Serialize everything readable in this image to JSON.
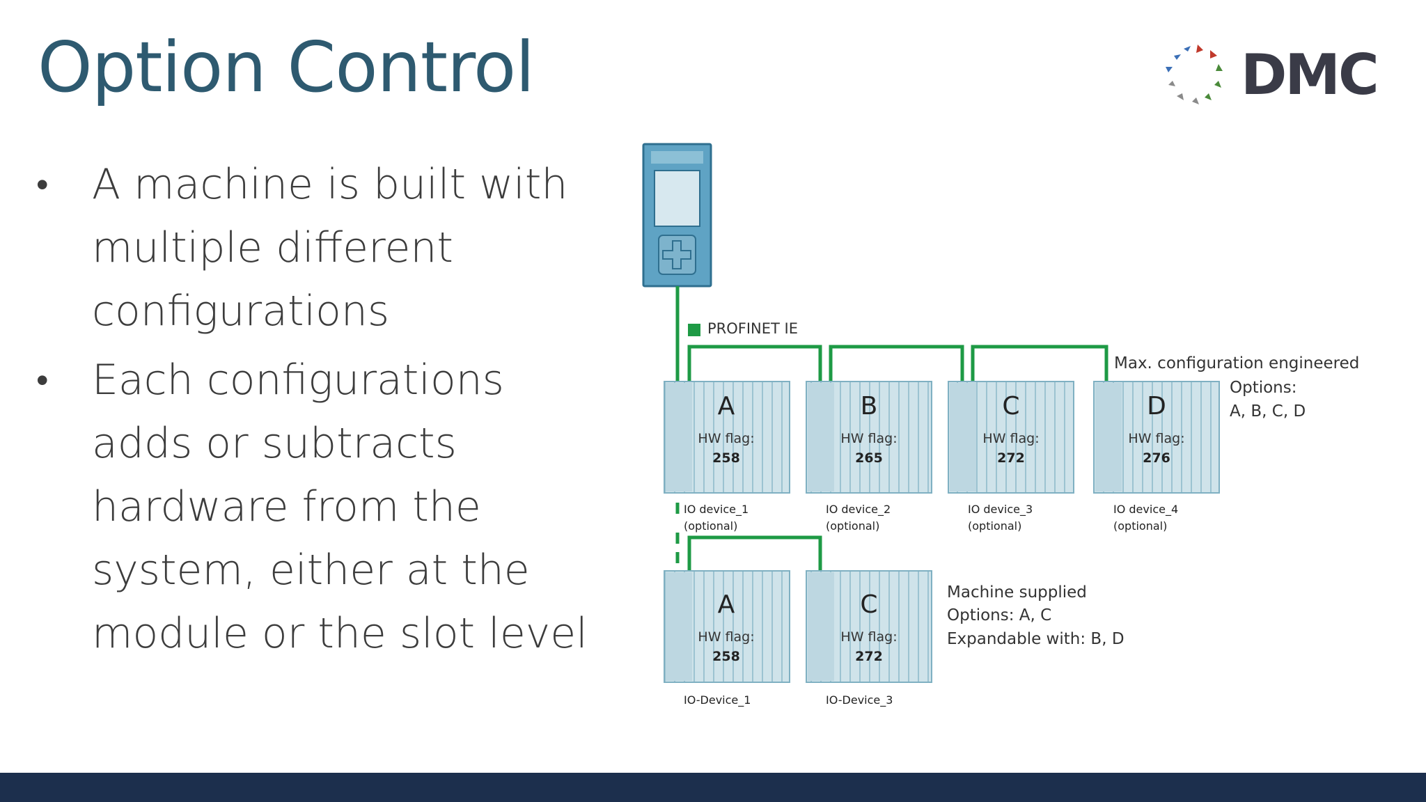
{
  "slide": {
    "title": "Option Control",
    "bullets": [
      "A machine is built with multiple different configurations",
      "Each configurations adds or subtracts hardware from the system, either at the module or the slot level"
    ]
  },
  "logo": {
    "text": "DMC"
  },
  "diagram": {
    "network_label": "PROFINET IE",
    "device_field_label": "HW flag:",
    "top_row": [
      {
        "letter": "A",
        "flag": "258",
        "name": "IO device_1",
        "note": "(optional)"
      },
      {
        "letter": "B",
        "flag": "265",
        "name": "IO device_2",
        "note": "(optional)"
      },
      {
        "letter": "C",
        "flag": "272",
        "name": "IO device_3",
        "note": "(optional)"
      },
      {
        "letter": "D",
        "flag": "276",
        "name": "IO device_4",
        "note": "(optional)"
      }
    ],
    "bottom_row": [
      {
        "letter": "A",
        "flag": "258",
        "name": "IO-Device_1"
      },
      {
        "letter": "C",
        "flag": "272",
        "name": "IO-Device_3"
      }
    ],
    "max_config": {
      "line1": "Max. configuration engineered",
      "line2": "Options:",
      "line3": "A, B, C, D"
    },
    "machine_supplied": {
      "line1": "Machine supplied",
      "line2": "Options: A, C",
      "line3": "Expandable with: B, D"
    }
  },
  "colors": {
    "title": "#2e5a70",
    "network_green": "#1e9a45",
    "device_fill": "#cfe3ea",
    "device_stroke": "#7fb0c2",
    "controller_fill": "#5fa3c4",
    "footer_bar": "#1c2f4d",
    "logo_text": "#3a3b47",
    "logo_blue": "#3b6fb6",
    "logo_red": "#c0392b",
    "logo_green": "#4a8a3a",
    "logo_gray": "#8a8a8a"
  }
}
